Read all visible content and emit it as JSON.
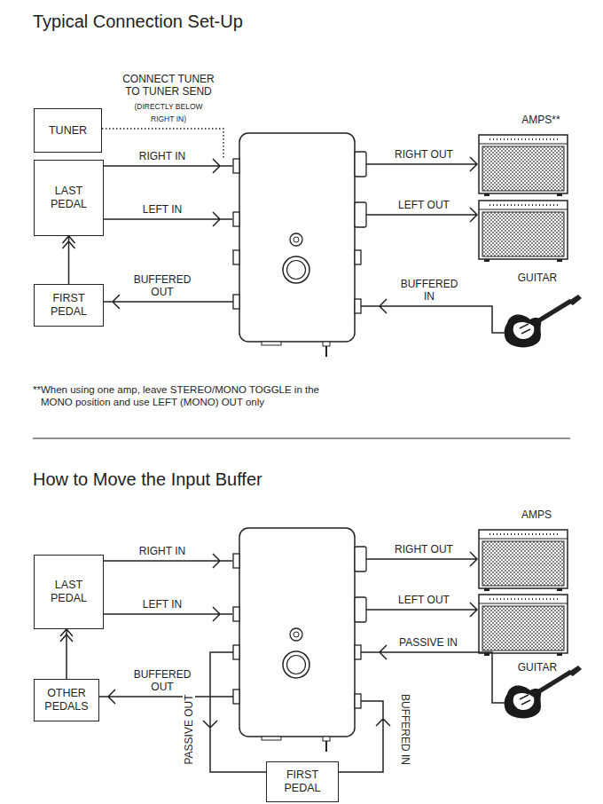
{
  "diagram": {
    "title": "Typical Connection Set-Up",
    "nodes": [
      {
        "text": [
          "TUNER"
        ]
      },
      {
        "text": [
          "LAST PEDAL"
        ]
      },
      {
        "text": [
          "FIRST PEDAL"
        ]
      },
      {
        "text": [
          "LAST PEDAL"
        ]
      },
      {
        "text": [
          "OTHER PEDALS"
        ]
      },
      {
        "text": [
          "FIRST PEDAL"
        ]
      }
    ],
    "edges": [
      {
        "from": 2,
        "to": 1,
        "arrow": "to"
      },
      {
        "from": 4,
        "to": 3,
        "arrow": "to"
      }
    ],
    "labels": [
      "CONNECT TUNER TO TUNER SEND",
      "(DIRECTLY BELOW RIGHT IN)",
      "RIGHT IN",
      "LEFT IN",
      "BUFFERED OUT",
      "RIGHT OUT",
      "LEFT OUT",
      "BUFFERED IN",
      "AMPS**",
      "GUITAR",
      "**When using one amp, leave STEREO/MONO TOGGLE in the MONO position and use LEFT (MONO) OUT only",
      "How to Move the Input Buffer",
      "RIGHT IN",
      "LEFT IN",
      "BUFFERED OUT",
      "RIGHT OUT",
      "LEFT OUT",
      "PASSIVE IN",
      "AMPS",
      "GUITAR",
      "PASSIVE OUT",
      "BUFFERED IN"
    ]
  }
}
